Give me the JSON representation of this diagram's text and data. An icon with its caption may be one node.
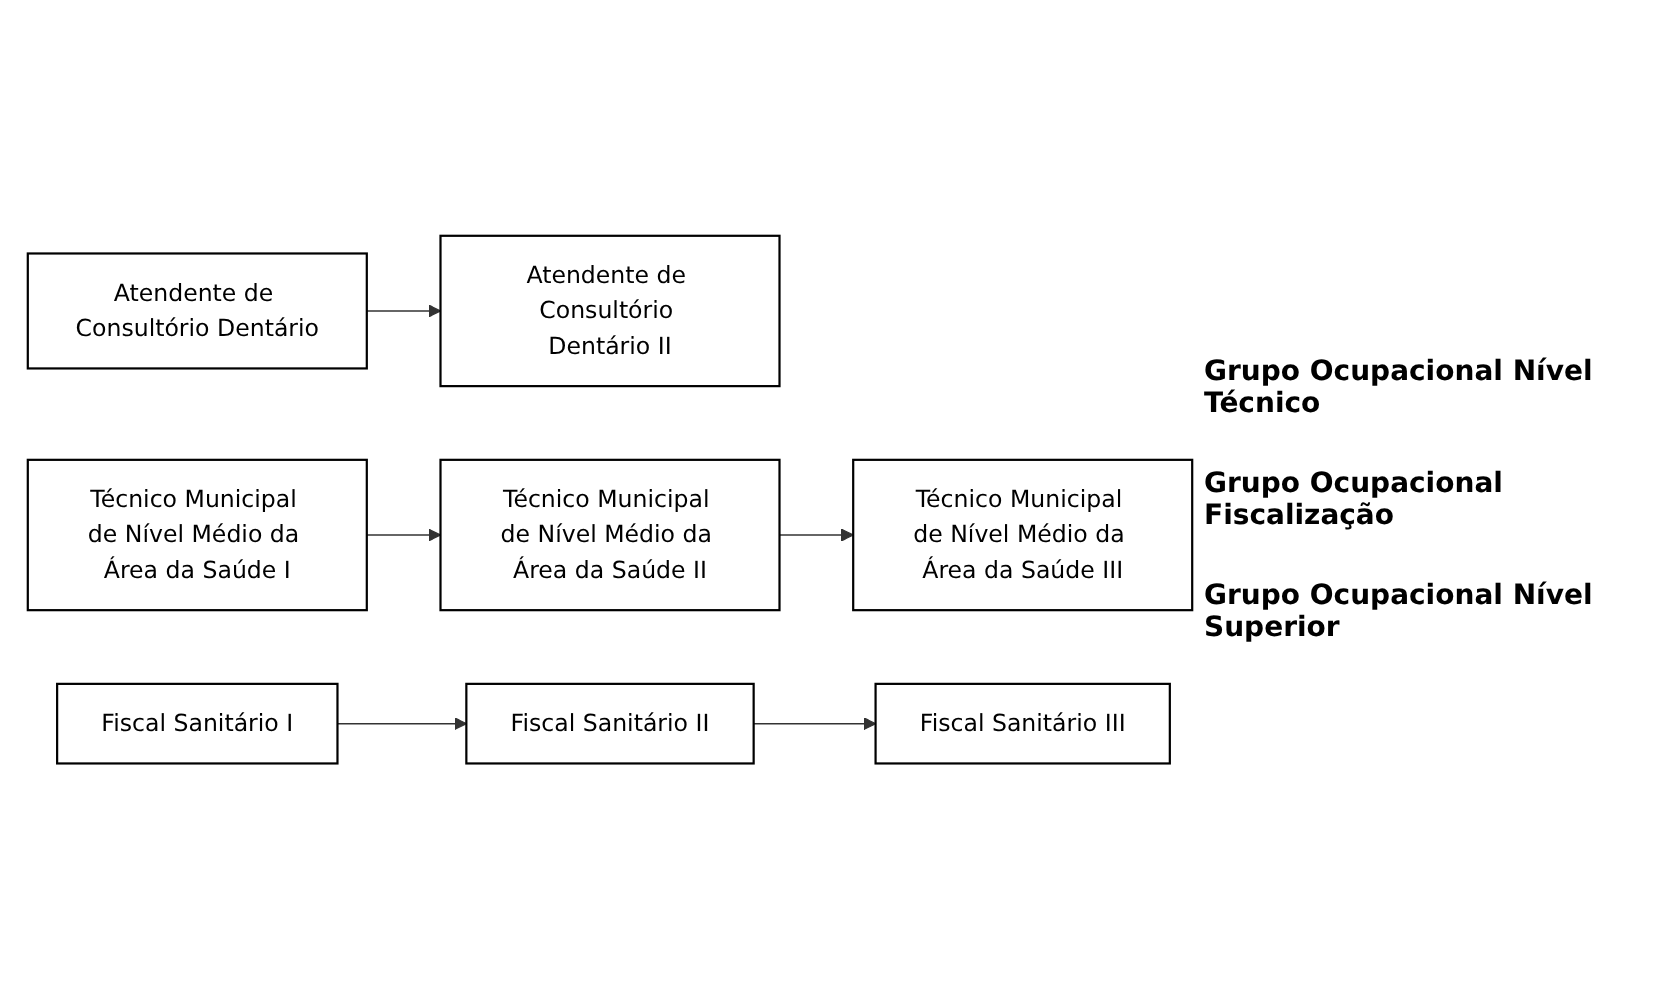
{
  "diagram": {
    "nodes": [
      {
        "text": [
          "Atendente de Consultório Dentário"
        ]
      },
      {
        "text": [
          "Atendente de Consultório Dentário II"
        ]
      },
      {
        "text": [
          "Técnico Municipal de Nível Médio da Área da Saúde I"
        ]
      },
      {
        "text": [
          "Técnico Municipal de Nível Médio da Área da Saúde II"
        ]
      },
      {
        "text": [
          "Técnico Municipal de Nível Médio da Área da Saúde III"
        ]
      },
      {
        "text": [
          "Fiscal Sanitário I"
        ]
      },
      {
        "text": [
          "Fiscal Sanitário II"
        ]
      },
      {
        "text": [
          "Fiscal Sanitário III"
        ]
      }
    ],
    "edges": [
      {
        "from": 0,
        "to": 1,
        "arrow": "to"
      },
      {
        "from": 2,
        "to": 3,
        "arrow": "to"
      },
      {
        "from": 3,
        "to": 4,
        "arrow": "to"
      },
      {
        "from": 5,
        "to": 6,
        "arrow": "to"
      },
      {
        "from": 6,
        "to": 7,
        "arrow": "to"
      }
    ],
    "labels": [
      "Grupo Ocupacional Nível Técnico",
      "Grupo Ocupacional Fiscalização",
      "Grupo Ocupacional Nível Superior"
    ]
  }
}
